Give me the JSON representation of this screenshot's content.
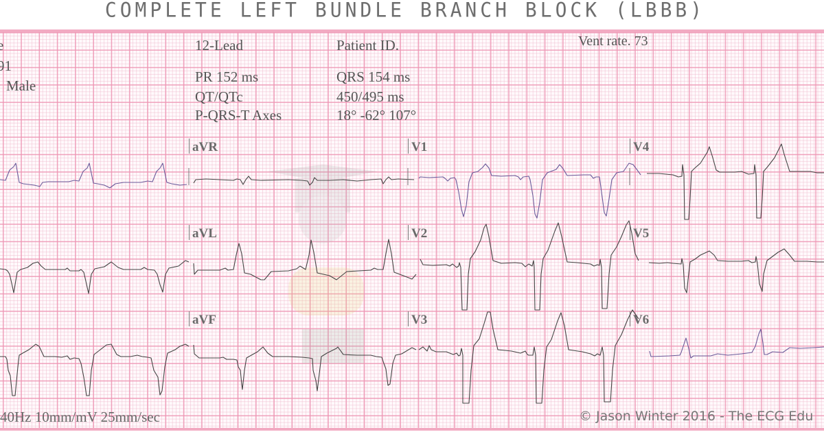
{
  "title": "COMPLETE LEFT BUNDLE BRANCH BLOCK (LBBB)",
  "patient_info": {
    "name_fragment": "e",
    "dob_fragment": "91",
    "sex_fragment": "Male"
  },
  "header": {
    "study_type": "12-Lead",
    "patient_id_label": "Patient ID.",
    "vent_rate": "Vent rate. 73",
    "pr": "PR 152 ms",
    "qrs": "QRS 154 ms",
    "qt_label": "QT/QTc",
    "qt_value": "450/495 ms",
    "axes_label": "P-QRS-T Axes",
    "axes_value": "18° -62° 107°"
  },
  "leads": {
    "col2": [
      "aVR",
      "aVL",
      "aVF"
    ],
    "col3": [
      "V1",
      "V2",
      "V3"
    ],
    "col4": [
      "V4",
      "V5",
      "V6"
    ]
  },
  "footer": {
    "settings": "40Hz 10mm/mV 25mm/sec",
    "copyright": "© Jason Winter 2016 - The ECG Edu"
  },
  "colors": {
    "grid_major": "#ee96b4",
    "grid_minor": "#f0bed0",
    "trace_dark": "#333333",
    "trace_purple": "#6a5a9a",
    "text": "#555555"
  }
}
